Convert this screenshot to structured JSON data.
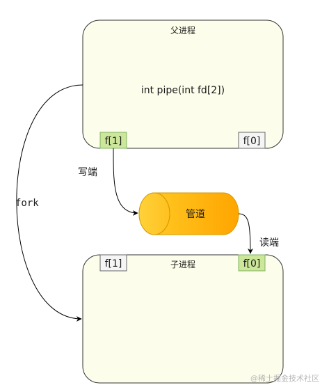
{
  "parent_process": {
    "title": "父进程",
    "code": "int pipe(int fd[2])",
    "port_left": "f[1]",
    "port_right": "f[0]"
  },
  "child_process": {
    "title": "子进程",
    "port_left": "f[1]",
    "port_right": "f[0]"
  },
  "pipe": {
    "label": "管道"
  },
  "labels": {
    "write_end": "写端",
    "read_end": "读端",
    "fork": "fork"
  },
  "watermark": "@稀土掘金技术社区",
  "colors": {
    "box_fill": "#FDFDEB",
    "box_stroke": "#333333",
    "port_active_fill": "#CCE69A",
    "port_active_stroke": "#82B366",
    "port_idle_fill": "#F5F5F5",
    "port_idle_stroke": "#666666",
    "pipe_light": "#FFCD28",
    "pipe_dark": "#FFA500",
    "pipe_stroke": "#D79B00"
  }
}
